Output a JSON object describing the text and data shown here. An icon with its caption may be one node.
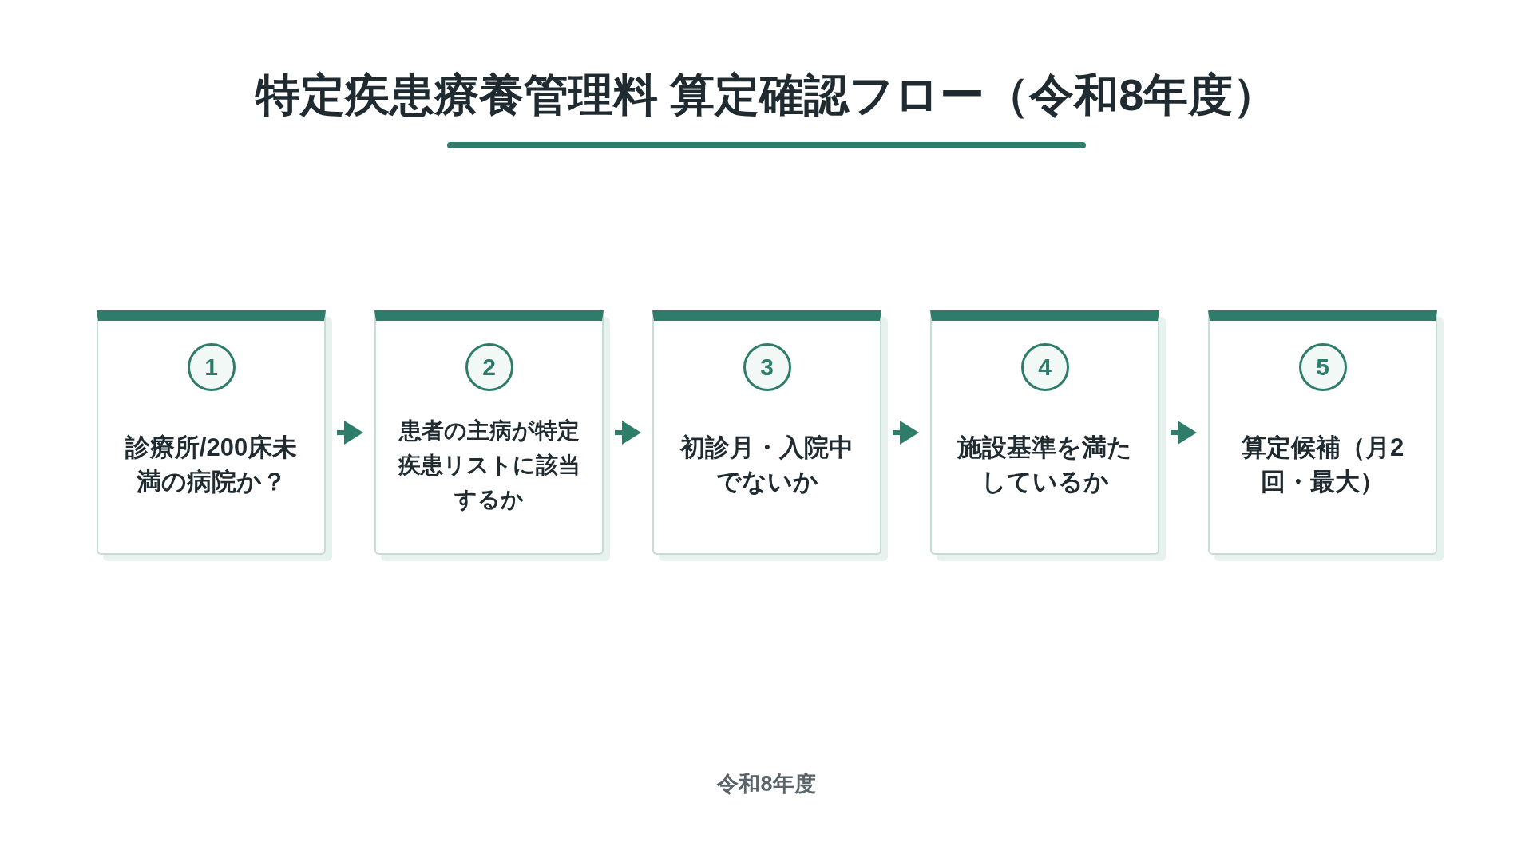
{
  "diagram": {
    "title": "特定疾患療養管理料 算定確認フロー（令和8年度）",
    "caption": "令和8年度",
    "nodes": [
      {
        "text": [
          "診療所/200床未満の病院か？"
        ]
      },
      {
        "text": [
          "1"
        ],
        "in": 0
      },
      {
        "text": [
          "患者の主病が特定疾患リストに該当するか"
        ]
      },
      {
        "text": [
          "2"
        ],
        "in": 2
      },
      {
        "text": [
          "初診月・入院中でないか"
        ]
      },
      {
        "text": [
          "3"
        ],
        "in": 4
      },
      {
        "text": [
          "施設基準を満たしているか"
        ]
      },
      {
        "text": [
          "4"
        ],
        "in": 6
      },
      {
        "text": [
          "算定候補（月2回・最大）"
        ]
      },
      {
        "text": [
          "5"
        ],
        "in": 8
      }
    ],
    "edges": [
      {
        "from": 0,
        "to": 2,
        "arrow": "to"
      },
      {
        "from": 2,
        "to": 4,
        "arrow": "to"
      },
      {
        "from": 4,
        "to": 6,
        "arrow": "to"
      },
      {
        "from": 6,
        "to": 8,
        "arrow": "to"
      }
    ]
  }
}
